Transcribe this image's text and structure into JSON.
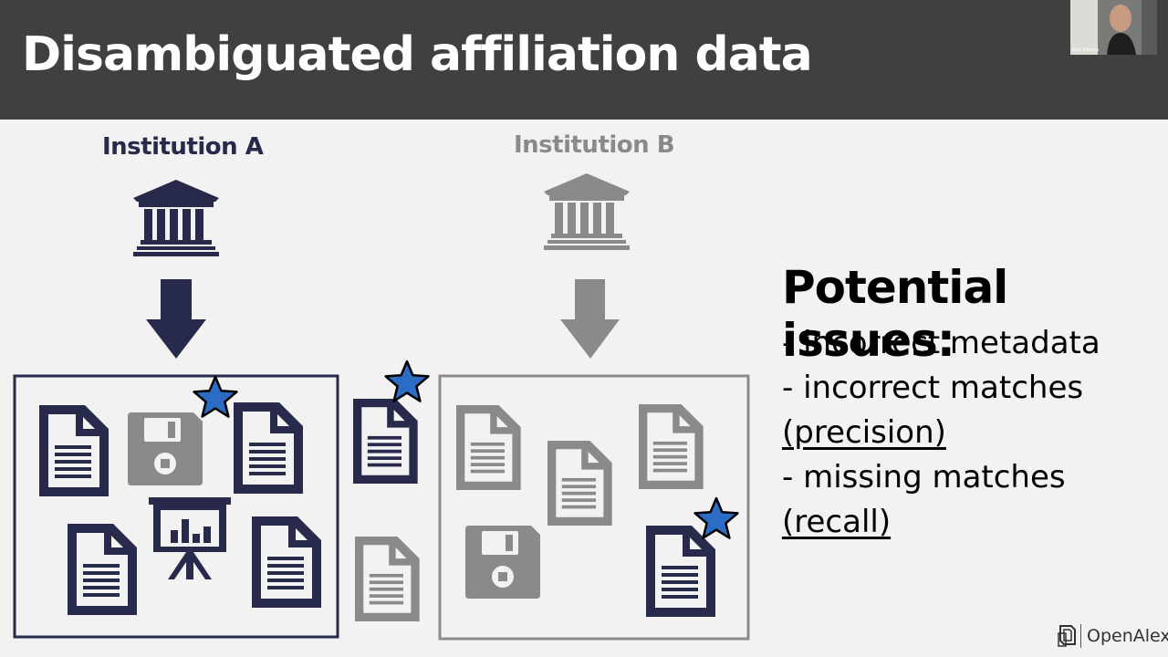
{
  "slide": {
    "title": "Disambiguated affiliation data"
  },
  "webcam": {
    "name": "Kyle Demes"
  },
  "institutions": [
    {
      "label": "Institution A",
      "color": "#272a4a"
    },
    {
      "label": "Institution B",
      "color": "#8a8a8a"
    }
  ],
  "issues": {
    "title": "Potential issues:",
    "items": [
      {
        "text": "- incorrect metadata"
      },
      {
        "text": "- incorrect matches"
      },
      {
        "text": "(precision)"
      },
      {
        "text": "- missing matches"
      },
      {
        "text": "(recall)"
      }
    ]
  },
  "icons": {
    "institution": "bank-icon",
    "arrow": "arrow-down-icon",
    "document": "document-icon",
    "dataset": "floppy-disk-icon",
    "presentation": "presentation-board-icon",
    "highlight": "star-icon",
    "brand": "openalex-logo-icon"
  },
  "colors": {
    "navy": "#272a4a",
    "gray": "#8a8a8a",
    "star": "#2b6cc4",
    "header": "#404040"
  },
  "footer": {
    "brand": "OpenAlex"
  }
}
